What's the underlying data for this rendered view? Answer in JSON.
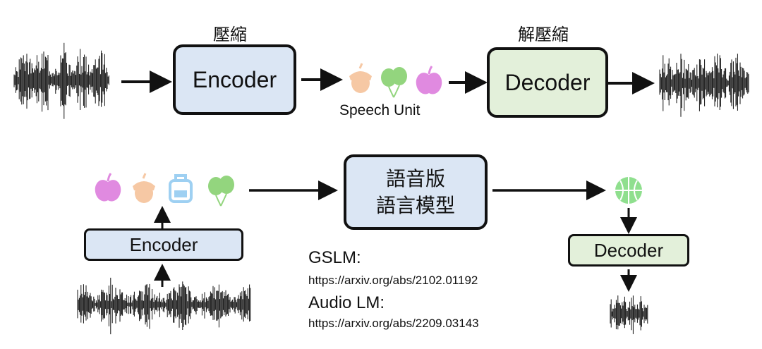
{
  "top": {
    "compress_label": "壓縮",
    "decompress_label": "解壓縮",
    "encoder_label": "Encoder",
    "decoder_label": "Decoder",
    "speech_unit_label": "Speech Unit"
  },
  "bottom": {
    "encoder_label": "Encoder",
    "decoder_label": "Decoder",
    "slm_line1": "語音版",
    "slm_line2": "語言模型",
    "gslm_title": "GSLM:",
    "gslm_url": "https://arxiv.org/abs/2102.01192",
    "audiolm_title": "Audio LM:",
    "audiolm_url": "https://arxiv.org/abs/2209.03143"
  },
  "icons": {
    "top_units": [
      "acorn-icon",
      "balloons-icon",
      "apple-icon"
    ],
    "bottom_units": [
      "apple-icon",
      "acorn-icon",
      "backpack-icon",
      "balloons-icon"
    ],
    "output_unit": "basketball-icon"
  },
  "colors": {
    "encoder_fill": "#dbe6f4",
    "decoder_fill": "#e3f0da",
    "acorn": "#f6c8a4",
    "balloons": "#93d57e",
    "apple": "#e08ae0",
    "backpack": "#9ed0f2",
    "basketball": "#8fdf8e"
  }
}
